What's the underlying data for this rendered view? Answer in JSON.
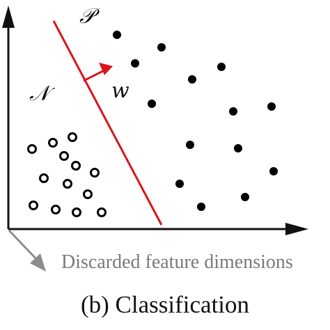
{
  "labels": {
    "positive_region": "𝒫",
    "negative_region": "𝒩",
    "weight_vector": "w",
    "discarded_axis": "Discarded feature dimensions",
    "caption": "(b) Classification"
  },
  "colors": {
    "axes": "#111111",
    "separator": "#d8151d",
    "discarded_axis": "#8c8c8c",
    "positive_points": "#000000",
    "negative_points": "#000000"
  },
  "point_sets": {
    "positive": [
      [
        168,
        50
      ],
      [
        232,
        68
      ],
      [
        194,
        91
      ],
      [
        318,
        96
      ],
      [
        276,
        114
      ],
      [
        218,
        149
      ],
      [
        335,
        160
      ],
      [
        390,
        153
      ],
      [
        273,
        208
      ],
      [
        342,
        213
      ],
      [
        393,
        246
      ],
      [
        258,
        264
      ],
      [
        352,
        283
      ],
      [
        289,
        297
      ]
    ],
    "negative": [
      [
        104,
        197
      ],
      [
        76,
        205
      ],
      [
        46,
        214
      ],
      [
        92,
        224
      ],
      [
        109,
        238
      ],
      [
        136,
        248
      ],
      [
        63,
        256
      ],
      [
        97,
        264
      ],
      [
        126,
        279
      ],
      [
        48,
        295
      ],
      [
        80,
        301
      ],
      [
        110,
        305
      ],
      [
        146,
        305
      ]
    ]
  }
}
